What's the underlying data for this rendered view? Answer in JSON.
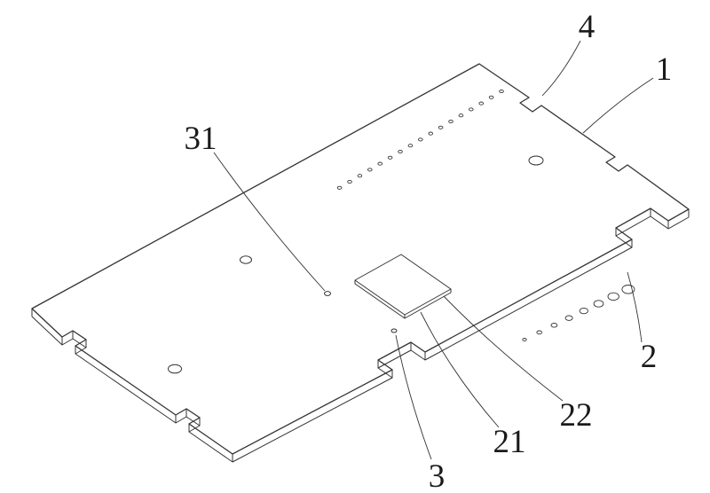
{
  "figure": {
    "background_color": "#ffffff",
    "line_color": "#333333",
    "text_color": "#1a1a1a"
  },
  "labels": [
    {
      "text": "4"
    },
    {
      "text": "1"
    },
    {
      "text": "31"
    },
    {
      "text": "2"
    },
    {
      "text": "22"
    },
    {
      "text": "21"
    },
    {
      "text": "3"
    }
  ]
}
